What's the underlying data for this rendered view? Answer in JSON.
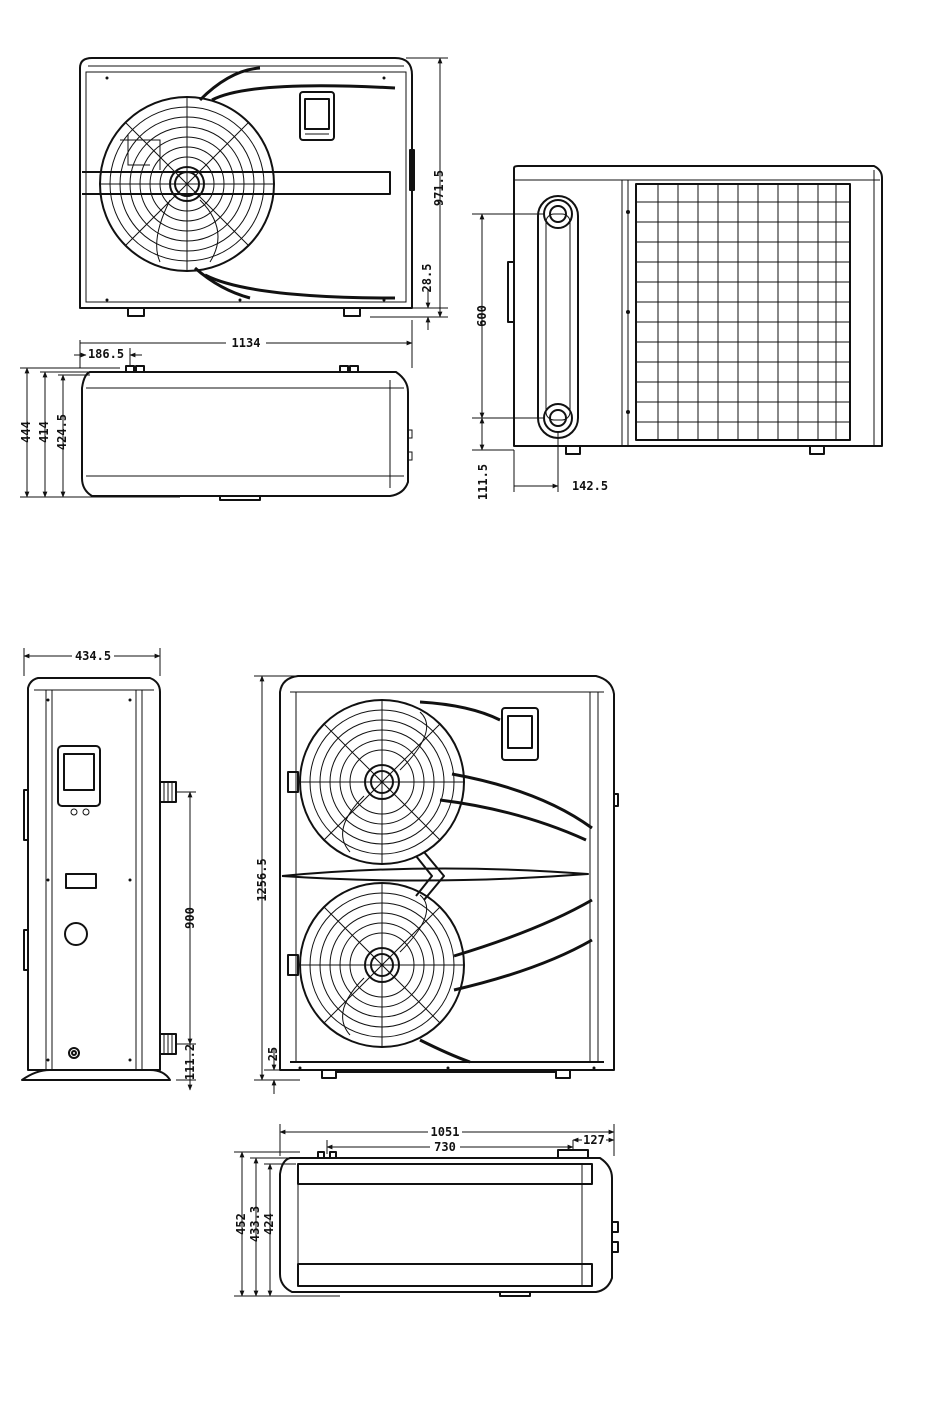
{
  "dimensions": {
    "unit_a_width": "1134",
    "unit_a_fan_offset": "186.5",
    "unit_a_height": "971.5",
    "unit_a_foot": "28.5",
    "unit_a_depth_total": "444",
    "unit_a_depth_body": "414",
    "unit_a_depth_inner": "424.5",
    "unit_a_pipe_spacing": "600",
    "unit_a_pipe_bottom": "111.5",
    "unit_a_pipe_side": "142.5",
    "unit_b_depth": "434.5",
    "unit_b_pipe_spacing": "900",
    "unit_b_pipe_bottom": "111.2",
    "unit_b_height": "1256.5",
    "unit_b_foot": "25",
    "unit_b_width": "1051",
    "unit_b_pipe_offset": "730",
    "unit_b_pipe_edge": "127",
    "unit_b_depth_total": "452",
    "unit_b_depth_body": "433.3",
    "unit_b_depth_inner": "424"
  }
}
